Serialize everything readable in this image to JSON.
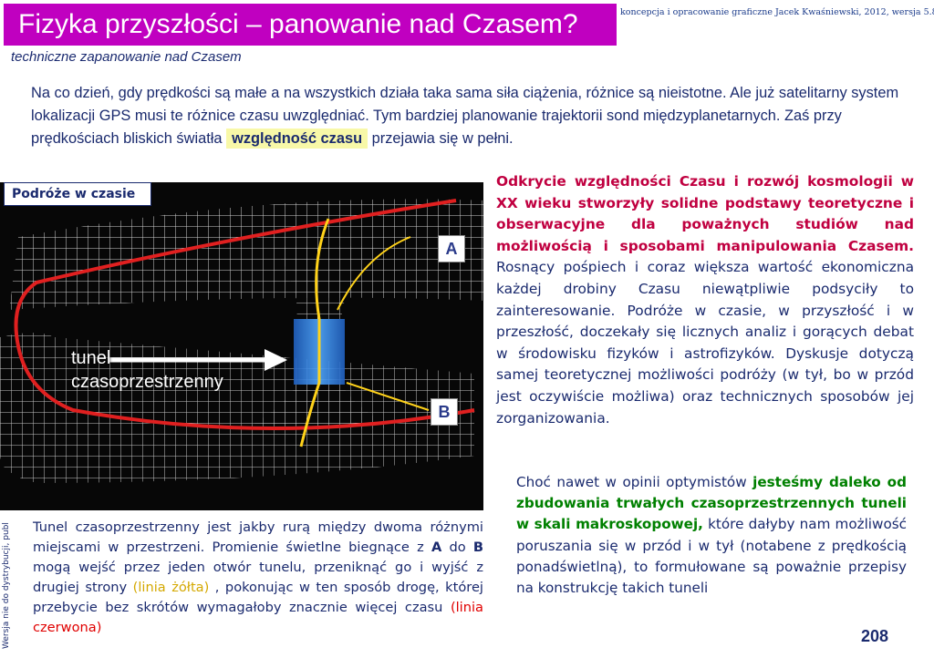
{
  "header": {
    "title": "Fizyka przyszłości – panowanie nad Czasem?",
    "credit": "koncepcja i opracowanie graficzne Jacek Kwaśniewski, 2012,  wersja 5.8",
    "subtitle": "techniczne zapanowanie nad Czasem"
  },
  "intro": {
    "text_before": "Na co dzień, gdy prędkości są małe a na wszystkich działa taka sama siła ciążenia, różnice są nieistotne. Ale już satelitarny system lokalizacji GPS musi te różnice czasu uwzględniać. Tym bardziej planowanie trajektorii sond międzyplanetarnych. Zaś przy prędkościach bliskich światła ",
    "highlight": "względność czasu",
    "text_after": " przejawia się w pełni."
  },
  "figure": {
    "label": "Podróże w czasie",
    "box_a": "A",
    "box_b": "B",
    "tunnel_line1": "tunel",
    "tunnel_line2": "czasoprzestrzenny"
  },
  "right_text": {
    "bold_red": "Odkrycie względności Czasu i rozwój kosmologii w XX wieku stworzyły solidne podstawy teoretyczne i obserwacyjne dla poważnych studiów nad możliwością i sposobami manipulowania Czasem.",
    "normal": " Rosnący pośpiech i coraz większa wartość ekonomiczna każdej drobiny Czasu niewątpliwie podsyciły to zainteresowanie. Podróże w czasie, w przyszłość i w przeszłość, doczekały się licznych analiz i gorących debat w środowisku fizyków i astrofizyków. Dyskusje dotyczą samej teoretycznej możliwości podróży (w tył, bo w przód jest oczywiście możliwa) oraz technicznych sposobów jej zorganizowania."
  },
  "bottom_right": {
    "text_before": "Choć nawet w opinii optymistów ",
    "green": "jesteśmy daleko od zbudowania trwałych czasoprzestrzennych tuneli w skali makroskopowej,",
    "text_after": " które dałyby nam możliwość poruszania się w przód i w tył (notabene z prędkością ponadświetlną), to formułowane są poważnie przepisy na konstrukcję takich tuneli"
  },
  "bottom_left": {
    "part1": "Tunel czasoprzestrzenny jest jakby rurą między dwoma różnymi miejscami w przestrzeni. Promienie świetlne biegnące z ",
    "a": "A",
    "part2": " do ",
    "b": "B",
    "part3": " mogą wejść przez jeden otwór tunelu, przeniknąć go i wyjść z drugiej strony ",
    "yellow": "(linia żółta)",
    "part4": " , pokonując w ten sposób drogę, której przebycie bez skrótów wymagałoby znacznie więcej czasu ",
    "red": "(linia czerwona)"
  },
  "side_text": "Wersja nie do dystrybucji, publ",
  "page_number": "208",
  "colors": {
    "title_bg": "#c000c0",
    "body_text": "#1a2a6e",
    "accent_red": "#c00040",
    "accent_green": "#008000",
    "highlight_bg": "#f8f8a8"
  }
}
